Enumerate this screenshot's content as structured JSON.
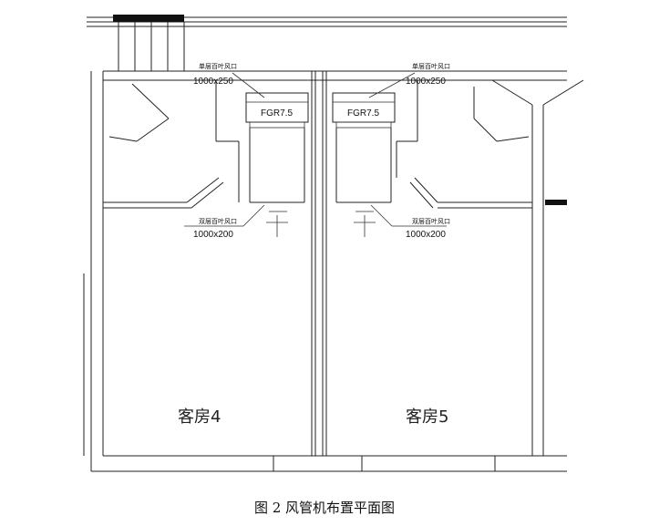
{
  "units": [
    {
      "model": "FGR7.5",
      "supply_label": "单层百叶风口",
      "supply_size": "1000x250",
      "return_label": "双层百叶风口",
      "return_size": "1000x200"
    },
    {
      "model": "FGR7.5",
      "supply_label": "单层百叶风口",
      "supply_size": "1000x250",
      "return_label": "双层百叶风口",
      "return_size": "1000x200"
    }
  ],
  "rooms": [
    "客房4",
    "客房5"
  ],
  "caption": "图 2  风管机布置平面图"
}
